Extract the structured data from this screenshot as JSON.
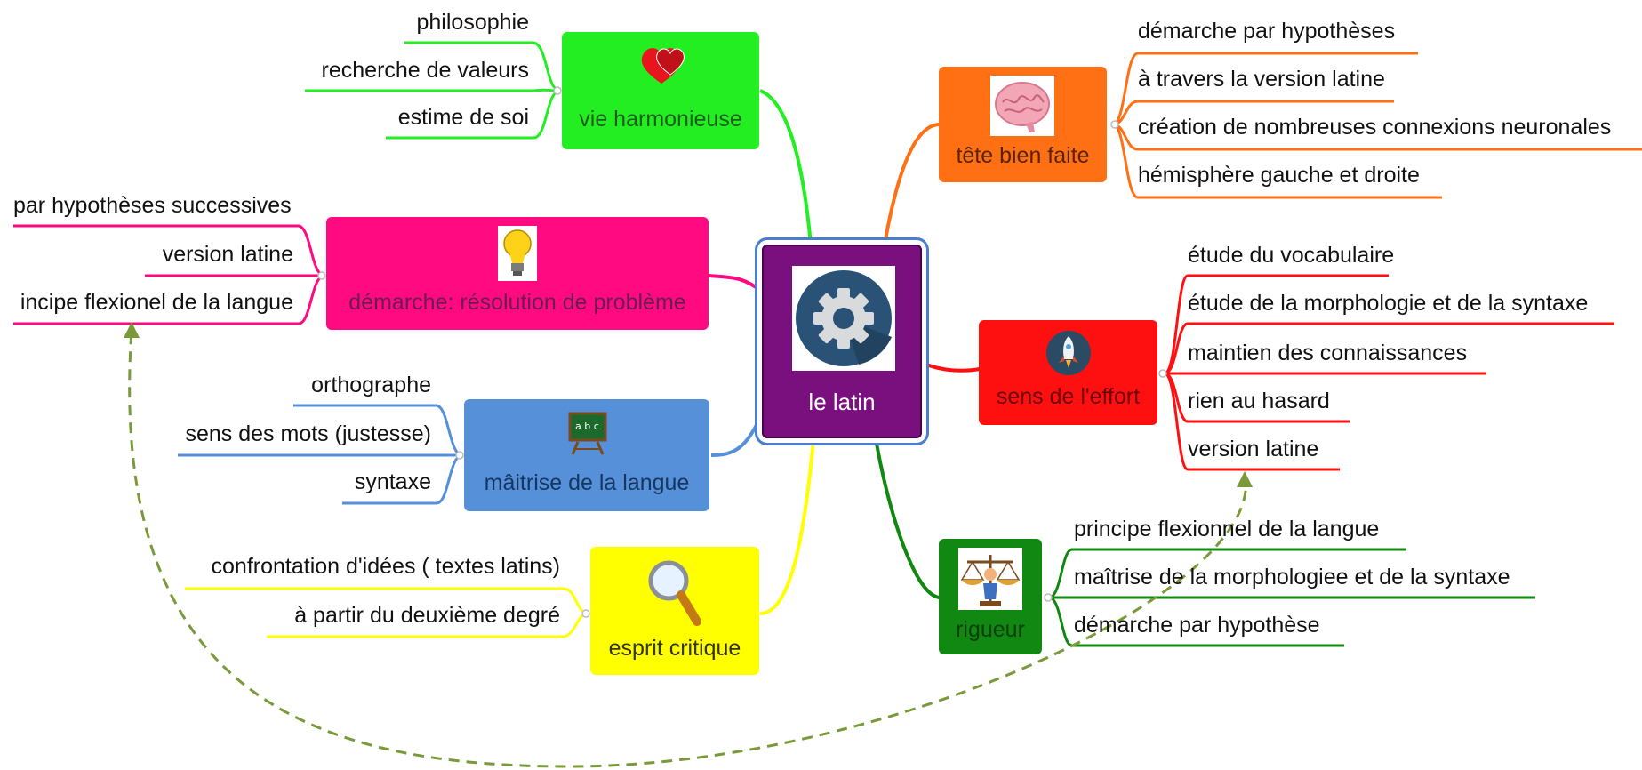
{
  "center": {
    "label": "le latin",
    "icon": "gear-icon"
  },
  "branches": {
    "vie": {
      "label": "vie harmonieuse",
      "icon": "hearts-icon",
      "color": "#22ee22",
      "leaves": [
        "philosophie",
        "recherche de valeurs",
        "estime de soi"
      ]
    },
    "demarche": {
      "label": "démarche: résolution de problème",
      "icon": "lightbulb-icon",
      "color": "#ff0a80",
      "leaves": [
        "par hypothèses successives",
        "version latine",
        "incipe flexionel de la langue"
      ]
    },
    "maitrise": {
      "label": "mâitrise de la langue",
      "icon": "chalkboard-icon",
      "color": "#5590d9",
      "leaves": [
        "orthographe",
        "sens des mots (justesse)",
        "syntaxe"
      ]
    },
    "esprit": {
      "label": "esprit critique",
      "icon": "magnifier-icon",
      "color": "#ffff00",
      "leaves": [
        "confrontation d'idées ( textes latins)",
        "à partir du deuxième degré"
      ]
    },
    "tete": {
      "label": "tête bien faite",
      "icon": "brain-icon",
      "color": "#ff7014",
      "leaves": [
        "démarche par hypothèses",
        "à travers la version latine",
        "création de nombreuses connexions neuronales",
        "hémisphère gauche et droite"
      ]
    },
    "effort": {
      "label": "sens de l'effort",
      "icon": "rocket-icon",
      "color": "#ff1010",
      "leaves": [
        "étude du vocabulaire",
        "étude de la morphologie et de la syntaxe",
        "maintien des connaissances",
        "rien au hasard",
        "version latine"
      ]
    },
    "rigueur": {
      "label": "rigueur",
      "icon": "scales-icon",
      "color": "#118811",
      "leaves": [
        "principe flexionnel de la langue",
        "maîtrise de la morphologiee et de la syntaxe",
        "démarche par hypothèse"
      ]
    }
  },
  "relationship_color": "#7a9a3a"
}
